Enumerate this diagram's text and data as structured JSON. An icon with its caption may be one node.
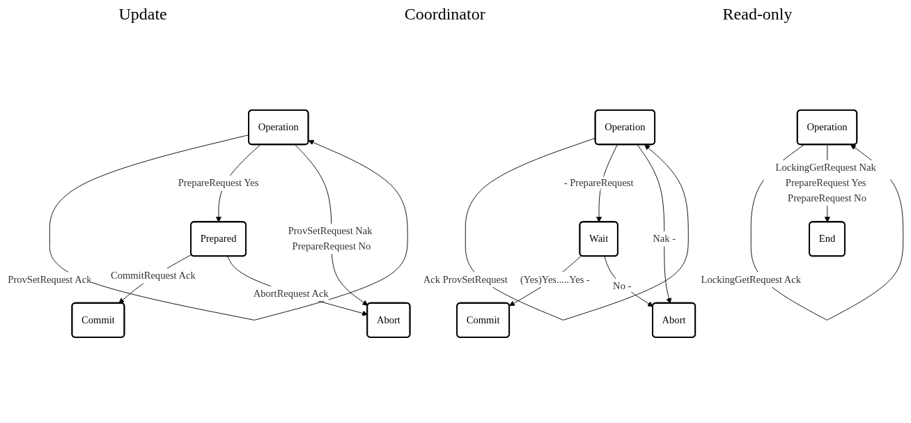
{
  "diagram": {
    "nodes": [
      {
        "text": [
          "Operation"
        ]
      },
      {
        "text": [
          "Prepared"
        ]
      },
      {
        "text": [
          "Commit"
        ]
      },
      {
        "text": [
          "Abort"
        ]
      },
      {
        "text": [
          "Operation"
        ]
      },
      {
        "text": [
          "Wait"
        ]
      },
      {
        "text": [
          "Commit"
        ]
      },
      {
        "text": [
          "Abort"
        ]
      },
      {
        "text": [
          "Operation"
        ]
      },
      {
        "text": [
          "End"
        ]
      }
    ],
    "edges": [
      {
        "from": 0,
        "to": 0,
        "arrow": "to",
        "label": "ProvSetRequest Ack"
      },
      {
        "from": 0,
        "to": 1,
        "arrow": "to",
        "label": "PrepareRequest Yes"
      },
      {
        "from": 0,
        "to": 3,
        "arrow": "to",
        "label": "ProvSetRequest Nak PrepareRequest No"
      },
      {
        "from": 1,
        "to": 2,
        "arrow": "to",
        "label": "CommitRequest Ack"
      },
      {
        "from": 1,
        "to": 3,
        "arrow": "to",
        "label": "AbortRequest Ack"
      },
      {
        "from": 4,
        "to": 4,
        "arrow": "to",
        "label": "Ack ProvSetRequest"
      },
      {
        "from": 4,
        "to": 5,
        "arrow": "to",
        "label": "- PrepareRequest"
      },
      {
        "from": 4,
        "to": 7,
        "arrow": "to",
        "label": "Nak -"
      },
      {
        "from": 5,
        "to": 6,
        "arrow": "to",
        "label": "(Yes)Yes.....Yes -"
      },
      {
        "from": 5,
        "to": 7,
        "arrow": "to",
        "label": "No -"
      },
      {
        "from": 8,
        "to": 8,
        "arrow": "to",
        "label": "LockingGetRequest Ack"
      },
      {
        "from": 8,
        "to": 9,
        "arrow": "to",
        "label": "LockingGetRequest Nak PrepareRequest Yes PrepareRequest No"
      }
    ],
    "labels": [
      "Update",
      "Coordinator",
      "Read-only"
    ]
  }
}
